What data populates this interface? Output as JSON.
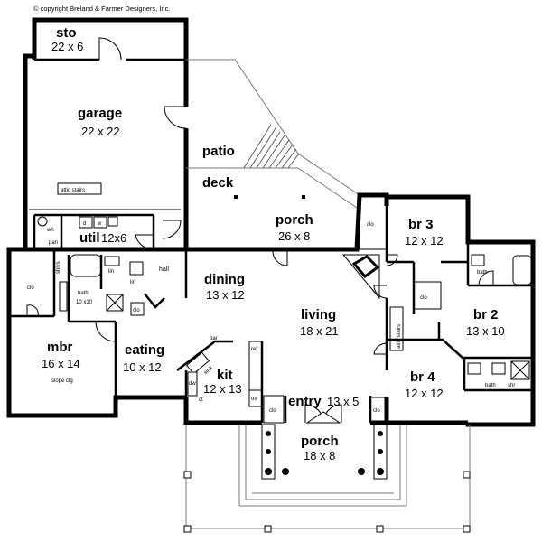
{
  "copyright": "© copyright  Breland & Farmer Designers, Inc.",
  "rooms": {
    "sto": {
      "name": "sto",
      "size": "22 x 6"
    },
    "garage": {
      "name": "garage",
      "size": "22 x 22"
    },
    "patio": {
      "name": "patio"
    },
    "deck": {
      "name": "deck"
    },
    "porch_rear": {
      "name": "porch",
      "size": "26 x 8"
    },
    "util": {
      "name": "util",
      "size": "12x6"
    },
    "dining": {
      "name": "dining",
      "size": "13 x 12"
    },
    "living": {
      "name": "living",
      "size": "18 x 21"
    },
    "mbr": {
      "name": "mbr",
      "size": "16 x 14",
      "note": "slope clg"
    },
    "mbath": {
      "name": "bath",
      "size": "10 x10"
    },
    "eating": {
      "name": "eating",
      "size": "10 x 12"
    },
    "kit": {
      "name": "kit",
      "size": "12 x 13"
    },
    "entry": {
      "name": "entry",
      "size": "13 x 5"
    },
    "porch_front": {
      "name": "porch",
      "size": "18 x 8"
    },
    "br3": {
      "name": "br 3",
      "size": "12 x 12"
    },
    "br2": {
      "name": "br 2",
      "size": "13 x 10"
    },
    "br4": {
      "name": "br 4",
      "size": "12 x 12"
    }
  },
  "labels": {
    "attic_stairs_garage": "attic stairs",
    "attic_stairs_hall": "attic stairs",
    "wh": "wh",
    "pan": "pan",
    "d": "d",
    "w": "w",
    "hall": "hall",
    "clo": "clo",
    "shlvs": "shlvs",
    "lin": "lin",
    "bath": "bath",
    "shr": "shr",
    "bar": "bar",
    "sink": "sink",
    "dw": "dw",
    "ref": "ref",
    "ov": "ov",
    "ct": "ct"
  }
}
